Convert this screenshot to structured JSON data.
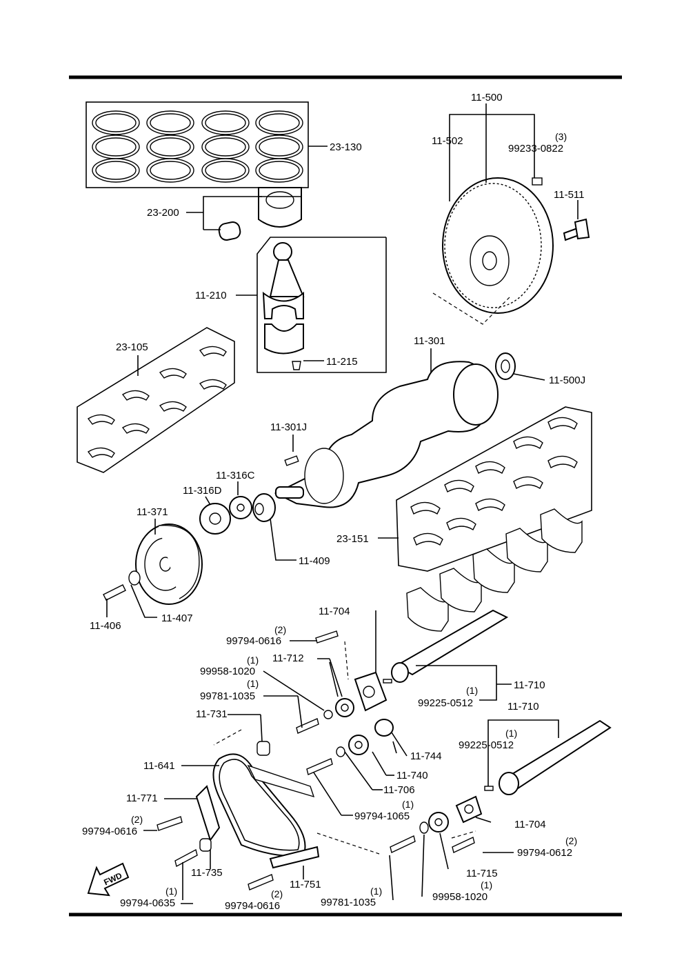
{
  "parts": [
    {
      "id": "p1",
      "label": "23-130"
    },
    {
      "id": "p2",
      "label": "23-200"
    },
    {
      "id": "p3",
      "label": "11-210"
    },
    {
      "id": "p4",
      "label": "11-215"
    },
    {
      "id": "p5",
      "label": "23-105"
    },
    {
      "id": "p6",
      "label": "11-500"
    },
    {
      "id": "p7",
      "label": "11-502"
    },
    {
      "id": "p8",
      "label": "(3)"
    },
    {
      "id": "p9",
      "label": "99233-0822"
    },
    {
      "id": "p10",
      "label": "11-511"
    },
    {
      "id": "p11",
      "label": "11-301"
    },
    {
      "id": "p12",
      "label": "11-500J"
    },
    {
      "id": "p13",
      "label": "11-301J"
    },
    {
      "id": "p14",
      "label": "11-316C"
    },
    {
      "id": "p15",
      "label": "11-316D"
    },
    {
      "id": "p16",
      "label": "11-371"
    },
    {
      "id": "p17",
      "label": "11-409"
    },
    {
      "id": "p18",
      "label": "23-151"
    },
    {
      "id": "p19",
      "label": "11-406"
    },
    {
      "id": "p20",
      "label": "11-407"
    },
    {
      "id": "p21",
      "label": "11-704"
    },
    {
      "id": "p22",
      "label": "(2)"
    },
    {
      "id": "p23",
      "label": "99794-0616"
    },
    {
      "id": "p24",
      "label": "11-712"
    },
    {
      "id": "p25",
      "label": "(1)"
    },
    {
      "id": "p26",
      "label": "99958-1020"
    },
    {
      "id": "p27",
      "label": "(1)"
    },
    {
      "id": "p28",
      "label": "99781-1035"
    },
    {
      "id": "p29",
      "label": "11-710"
    },
    {
      "id": "p30",
      "label": "(1)"
    },
    {
      "id": "p31",
      "label": "99225-0512"
    },
    {
      "id": "p32",
      "label": "11-731"
    },
    {
      "id": "p33",
      "label": "11-710"
    },
    {
      "id": "p34",
      "label": "(1)"
    },
    {
      "id": "p35",
      "label": "99225-0512"
    },
    {
      "id": "p36",
      "label": "11-641"
    },
    {
      "id": "p37",
      "label": "11-744"
    },
    {
      "id": "p38",
      "label": "11-740"
    },
    {
      "id": "p39",
      "label": "11-706"
    },
    {
      "id": "p40",
      "label": "11-771"
    },
    {
      "id": "p41",
      "label": "(1)"
    },
    {
      "id": "p42",
      "label": "99794-1065"
    },
    {
      "id": "p43",
      "label": "11-704"
    },
    {
      "id": "p44",
      "label": "(2)"
    },
    {
      "id": "p45",
      "label": "99794-0616"
    },
    {
      "id": "p46",
      "label": "(2)"
    },
    {
      "id": "p47",
      "label": "99794-0612"
    },
    {
      "id": "p48",
      "label": "11-735"
    },
    {
      "id": "p49",
      "label": "11-715"
    },
    {
      "id": "p50",
      "label": "11-751"
    },
    {
      "id": "p51",
      "label": "(1)"
    },
    {
      "id": "p52",
      "label": "99794-0635"
    },
    {
      "id": "p53",
      "label": "(2)"
    },
    {
      "id": "p54",
      "label": "99794-0616"
    },
    {
      "id": "p55",
      "label": "(1)"
    },
    {
      "id": "p56",
      "label": "99781-1035"
    },
    {
      "id": "p57",
      "label": "(1)"
    },
    {
      "id": "p58",
      "label": "99958-1020"
    }
  ],
  "fwd_label": "FWD"
}
